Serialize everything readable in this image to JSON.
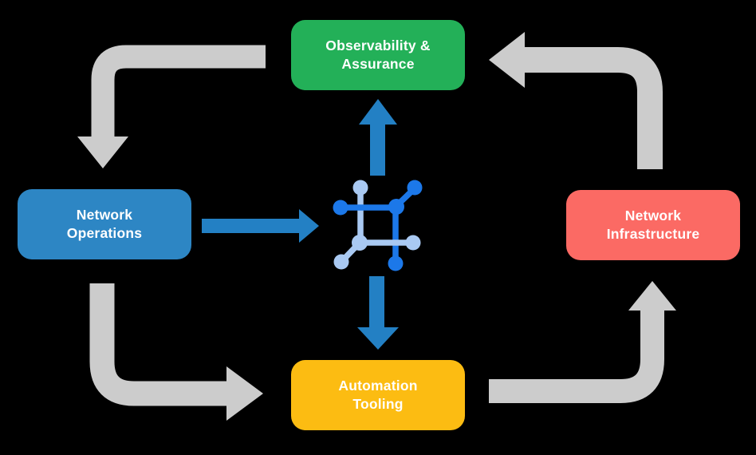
{
  "diagram": {
    "title": "Network platform cycle diagram",
    "background_color": "#000000",
    "text_color": "#ffffff",
    "boxes": [
      {
        "id": "observability-assurance",
        "label": "Observability &\nAssurance",
        "color": "#23b058",
        "position": "top"
      },
      {
        "id": "network-operations",
        "label": "Network\nOperations",
        "color": "#2d86c4",
        "position": "left"
      },
      {
        "id": "network-infrastructure",
        "label": "Network\nInfrastructure",
        "color": "#fb6a64",
        "position": "right"
      },
      {
        "id": "automation-tooling",
        "label": "Automation\nTooling",
        "color": "#fcbc12",
        "position": "bottom"
      }
    ],
    "center_icon": {
      "name": "network-platform-icon",
      "dark_color": "#1c78e9",
      "light_color": "#a9c9f2"
    },
    "cycle_arrows": {
      "color": "#cccccc",
      "count": 4,
      "description": "gray elbow arrows: observability→operations, operations→automation, automation→infrastructure, infrastructure→observability"
    },
    "flow_arrows": {
      "color": "#2380c4",
      "count": 3,
      "description": "blue straight arrows: operations→icon, icon→observability, icon→automation"
    }
  }
}
